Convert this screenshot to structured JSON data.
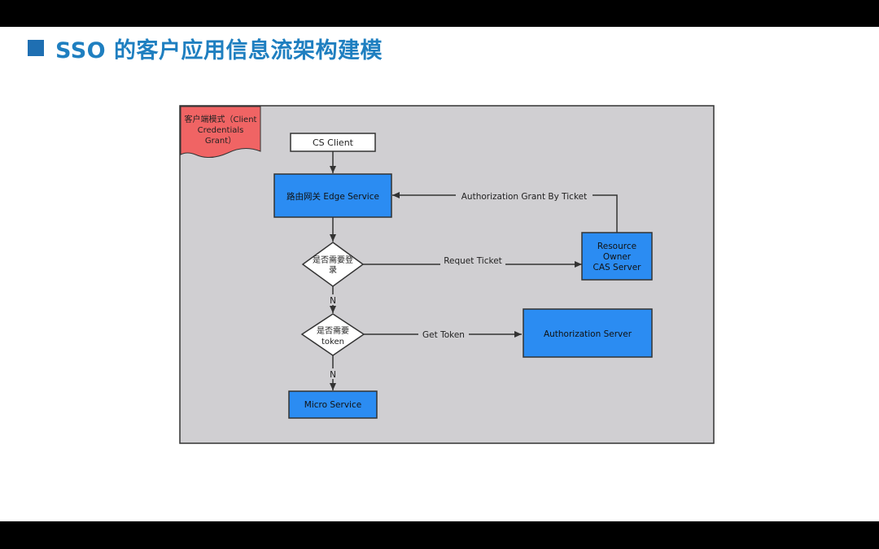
{
  "slide": {
    "title": "SSO 的客户应用信息流架构建模"
  },
  "diagram": {
    "label_note": [
      "客户端模式（Client",
      "Credentials",
      "Grant）"
    ],
    "nodes": {
      "cs_client": "CS Client",
      "edge_service": "路由网关 Edge Service",
      "decision_login": [
        "是否需要登",
        "录"
      ],
      "decision_token": [
        "是否需要",
        "token"
      ],
      "resource_owner": [
        "Resource",
        "Owner",
        "CAS Server"
      ],
      "auth_server": "Authorization Server",
      "micro_service": "Micro Service"
    },
    "edges": {
      "auth_grant": "Authorization Grant By Ticket",
      "request_ticket": "Requet Ticket",
      "get_token": "Get Token",
      "n1": "N",
      "n2": "N"
    }
  },
  "colors": {
    "accent": "#1f7fc0",
    "node_fill": "#2b8cf2",
    "canvas_bg": "#d0cfd2",
    "note_fill": "#f06464"
  }
}
